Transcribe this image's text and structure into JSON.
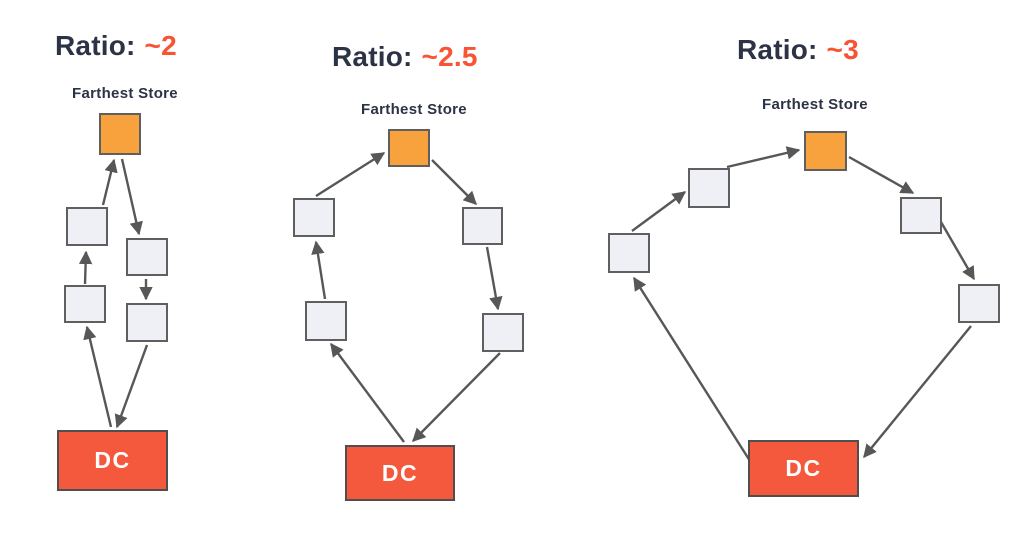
{
  "colors": {
    "title_text": "#2d3346",
    "accent": "#f85333",
    "dc_fill": "#f5593d",
    "dc_border": "#4f4f4f",
    "store_fill": "#eef0f6",
    "store_border": "#5f5f5f",
    "farthest_fill": "#f8a23e",
    "arrow": "#575757",
    "dc_text": "#ffffff"
  },
  "diagrams": [
    {
      "title_prefix": "Ratio:",
      "title_value": "~2",
      "store_label": "Farthest Store",
      "dc_label": "DC",
      "store_count": 5
    },
    {
      "title_prefix": "Ratio:",
      "title_value": "~2.5",
      "store_label": "Farthest Store",
      "dc_label": "DC",
      "store_count": 5
    },
    {
      "title_prefix": "Ratio:",
      "title_value": "~3",
      "store_label": "Farthest Store",
      "dc_label": "DC",
      "store_count": 5
    }
  ]
}
